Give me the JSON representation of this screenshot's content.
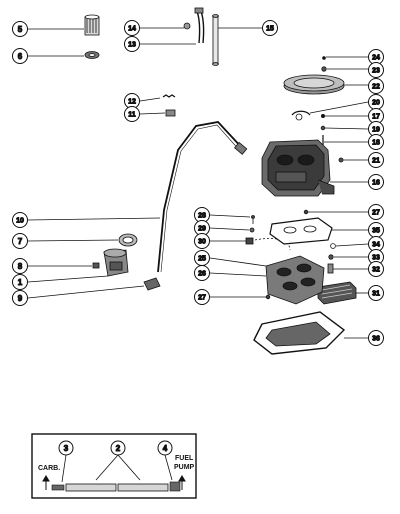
{
  "callouts": [
    {
      "id": "c5",
      "label": "5"
    },
    {
      "id": "c6",
      "label": "6"
    },
    {
      "id": "c14",
      "label": "14"
    },
    {
      "id": "c13",
      "label": "13"
    },
    {
      "id": "c15",
      "label": "15"
    },
    {
      "id": "c24",
      "label": "24"
    },
    {
      "id": "c23",
      "label": "23"
    },
    {
      "id": "c22",
      "label": "22"
    },
    {
      "id": "c20",
      "label": "20"
    },
    {
      "id": "c17",
      "label": "17"
    },
    {
      "id": "c19",
      "label": "19"
    },
    {
      "id": "c18",
      "label": "18"
    },
    {
      "id": "c12",
      "label": "12"
    },
    {
      "id": "c11",
      "label": "11"
    },
    {
      "id": "c21",
      "label": "21"
    },
    {
      "id": "c16",
      "label": "16"
    },
    {
      "id": "c27a",
      "label": "27"
    },
    {
      "id": "c28",
      "label": "28"
    },
    {
      "id": "c35",
      "label": "35"
    },
    {
      "id": "c10",
      "label": "10"
    },
    {
      "id": "c29",
      "label": "29"
    },
    {
      "id": "c30",
      "label": "30"
    },
    {
      "id": "c7",
      "label": "7"
    },
    {
      "id": "c34",
      "label": "34"
    },
    {
      "id": "c25",
      "label": "25"
    },
    {
      "id": "c33",
      "label": "33"
    },
    {
      "id": "c8",
      "label": "8"
    },
    {
      "id": "c26",
      "label": "26"
    },
    {
      "id": "c32",
      "label": "32"
    },
    {
      "id": "c1",
      "label": "1"
    },
    {
      "id": "c31",
      "label": "31"
    },
    {
      "id": "c9",
      "label": "9"
    },
    {
      "id": "c27b",
      "label": "27"
    },
    {
      "id": "c36",
      "label": "36"
    },
    {
      "id": "c3",
      "label": "3"
    },
    {
      "id": "c2",
      "label": "2"
    },
    {
      "id": "c4",
      "label": "4"
    }
  ],
  "inset": {
    "left_label": "CARB.",
    "right_label_line1": "FUEL",
    "right_label_line2": "PUMP"
  }
}
